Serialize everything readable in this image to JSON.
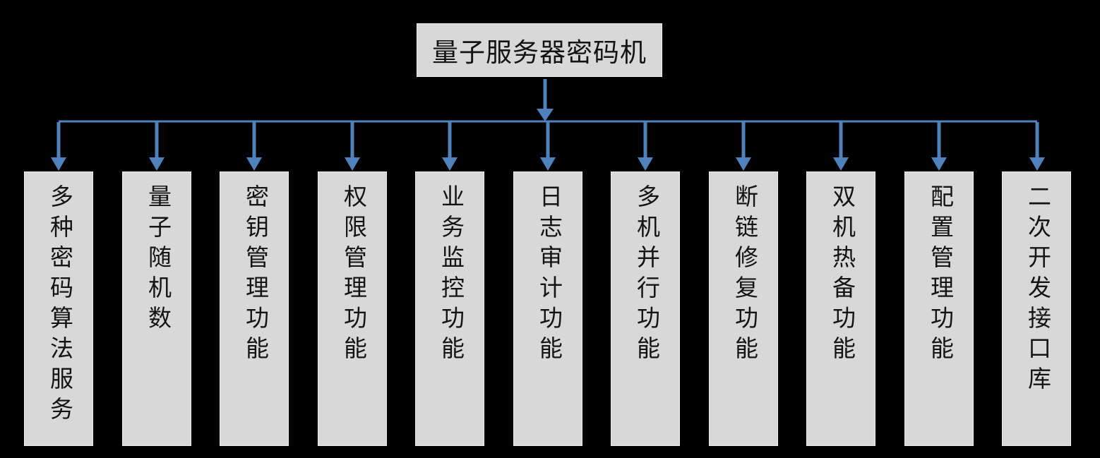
{
  "diagram": {
    "root": {
      "label": "量子服务器密码机"
    },
    "branches": [
      {
        "label": "多种密码算法服务"
      },
      {
        "label": "量子随机数"
      },
      {
        "label": "密钥管理功能"
      },
      {
        "label": "权限管理功能"
      },
      {
        "label": "业务监控功能"
      },
      {
        "label": "日志审计功能"
      },
      {
        "label": "多机并行功能"
      },
      {
        "label": "断链修复功能"
      },
      {
        "label": "双机热备功能"
      },
      {
        "label": "配置管理功能"
      },
      {
        "label": "二次开发接口库"
      }
    ],
    "colors": {
      "connector": "#4f81bd",
      "node_fill": "#d8d8d8",
      "node_text": "#141414",
      "background": "#000000"
    }
  }
}
